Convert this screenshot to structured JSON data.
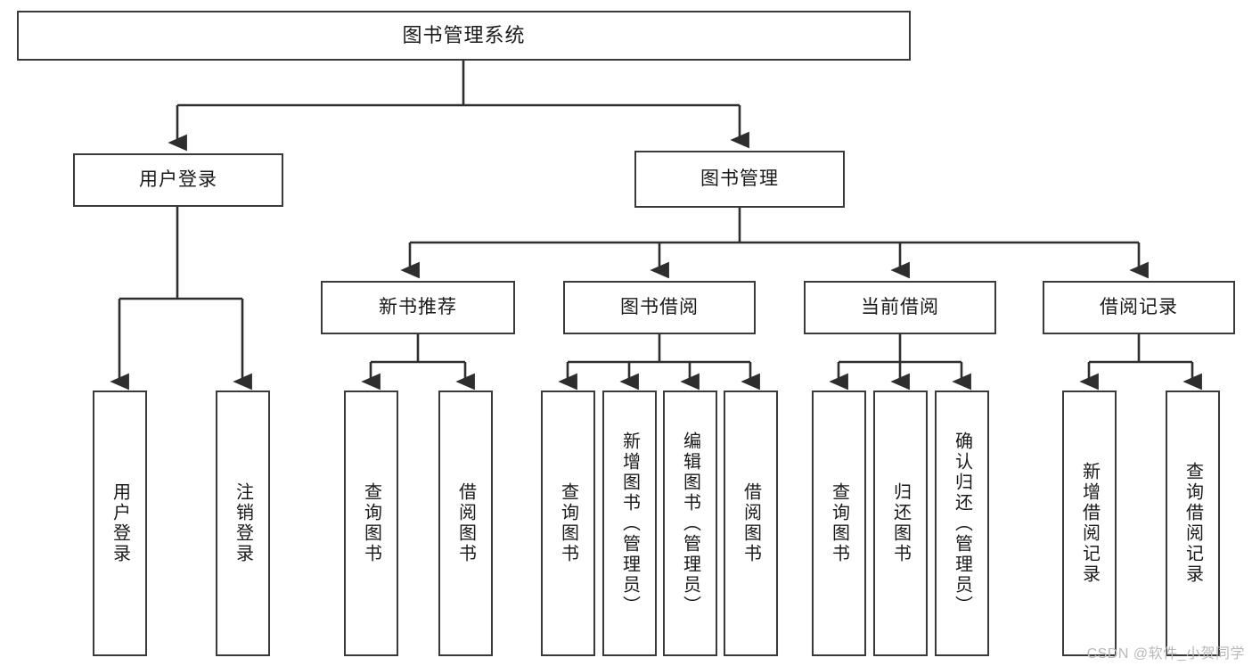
{
  "diagram": {
    "title": "图书管理系统",
    "type": "hierarchy-tree",
    "watermark": "CSDN @软件_小贺同学",
    "colors": {
      "border": "#3a3a3a",
      "background": "#ffffff",
      "text": "#1a1a1a",
      "watermark": "#b9b9b9"
    },
    "levels": {
      "level1": [
        "图书管理系统"
      ],
      "level2": [
        "用户登录",
        "图书管理"
      ],
      "level3": [
        "新书推荐",
        "图书借阅",
        "当前借阅",
        "借阅记录"
      ],
      "level4": [
        "用户登录",
        "注销登录",
        "查询图书",
        "借阅图书",
        "查询图书",
        "新增图书（管理员）",
        "编辑图书（管理员）",
        "借阅图书",
        "查询图书",
        "归还图书",
        "确认归还（管理员）",
        "新增借阅记录",
        "查询借阅记录"
      ]
    },
    "nodes": {
      "root": {
        "label": "图书管理系统"
      },
      "user_login": {
        "label": "用户登录"
      },
      "book_manage": {
        "label": "图书管理"
      },
      "new_book_rec": {
        "label": "新书推荐"
      },
      "book_borrow": {
        "label": "图书借阅"
      },
      "current_borrow": {
        "label": "当前借阅"
      },
      "borrow_record": {
        "label": "借阅记录"
      },
      "leaf_user_login": {
        "label": "用户登录"
      },
      "leaf_logout": {
        "label": "注销登录"
      },
      "leaf_query_book_1": {
        "label": "查询图书"
      },
      "leaf_borrow_book_1": {
        "label": "借阅图书"
      },
      "leaf_query_book_2": {
        "label": "查询图书"
      },
      "leaf_add_book": {
        "label": "新增图书（管理员）"
      },
      "leaf_edit_book": {
        "label": "编辑图书（管理员）"
      },
      "leaf_borrow_book_2": {
        "label": "借阅图书"
      },
      "leaf_query_book_3": {
        "label": "查询图书"
      },
      "leaf_return_book": {
        "label": "归还图书"
      },
      "leaf_confirm_return": {
        "label": "确认归还（管理员）"
      },
      "leaf_add_record": {
        "label": "新增借阅记录"
      },
      "leaf_query_record": {
        "label": "查询借阅记录"
      }
    }
  }
}
